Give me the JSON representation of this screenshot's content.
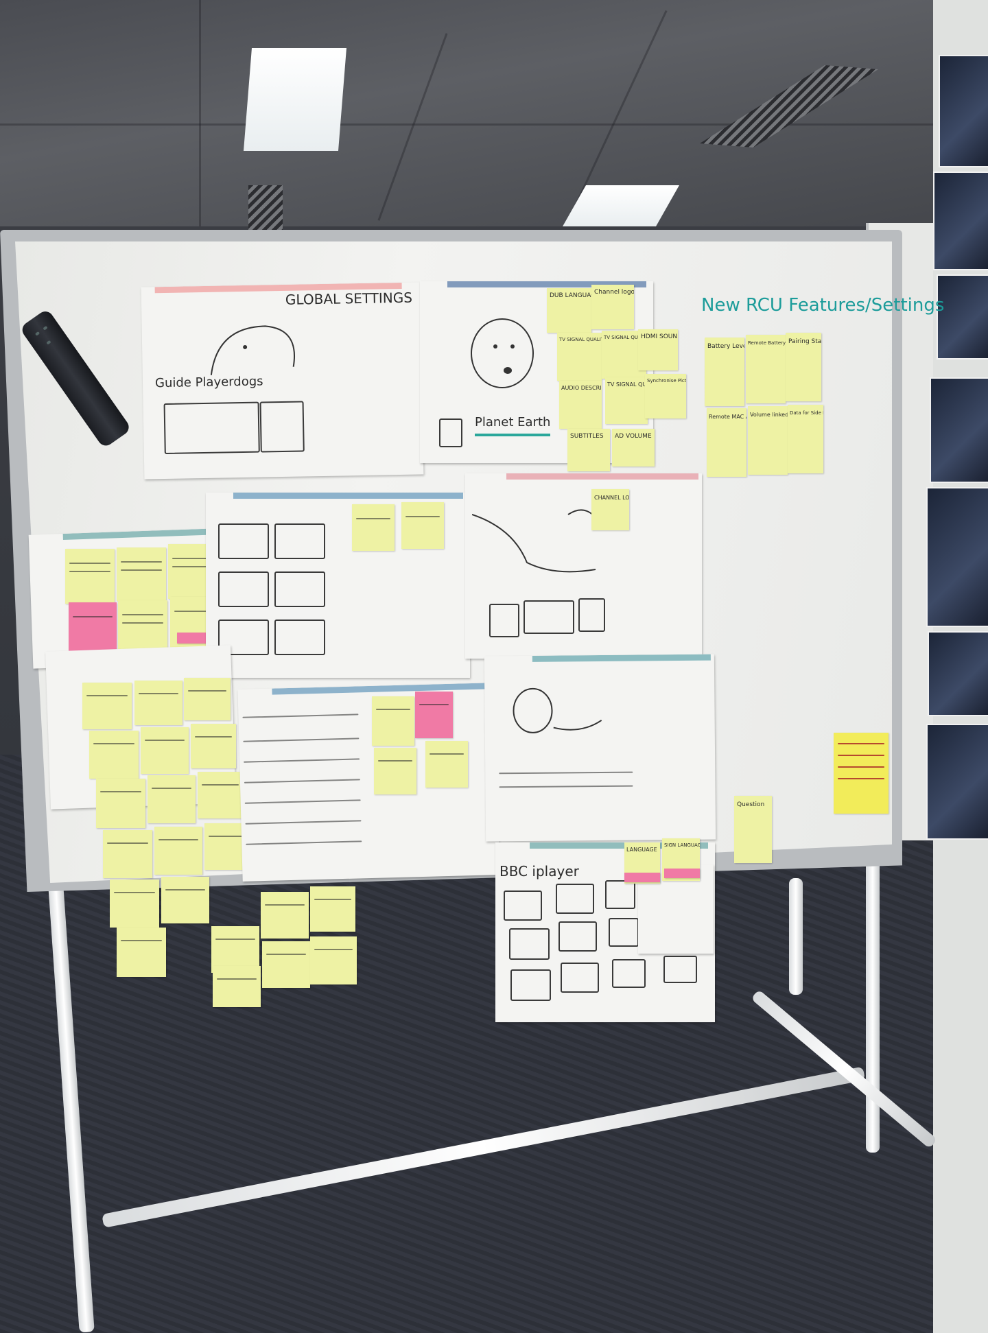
{
  "board": {
    "header_global": "GLOBAL SETTINGS",
    "header_rcu": "New RCU Features/Settings",
    "caption_guide": "Guide Playerdogs",
    "caption_planet": "Planet Earth",
    "caption_iplayer": "BBC iplayer"
  },
  "stickies": [
    "DUB LANGUAGE",
    "Channel logos",
    "TV SIGNAL QUALITY CHANGES",
    "TV SIGNAL QUALITY STRENGTH",
    "HDMI SOUND",
    "AUDIO DESCRIPTION",
    "TV SIGNAL QUALITY",
    "Synchronise Picture & Sound",
    "SUBTITLES",
    "AD VOLUME",
    "Battery Level RCU",
    "Remote Battery Low Warning",
    "Pairing Status",
    "Remote MAC Address",
    "Volume linked to TV",
    "Data for Side Panel Options",
    "CHANNEL LOGOS",
    "LANGUAGE",
    "SIGN LANGUAGE",
    "Question"
  ],
  "colors": {
    "sticky_yellow": "#eef2a4",
    "sticky_pink": "#f07aa5",
    "marker_teal": "#1c9c9a"
  }
}
